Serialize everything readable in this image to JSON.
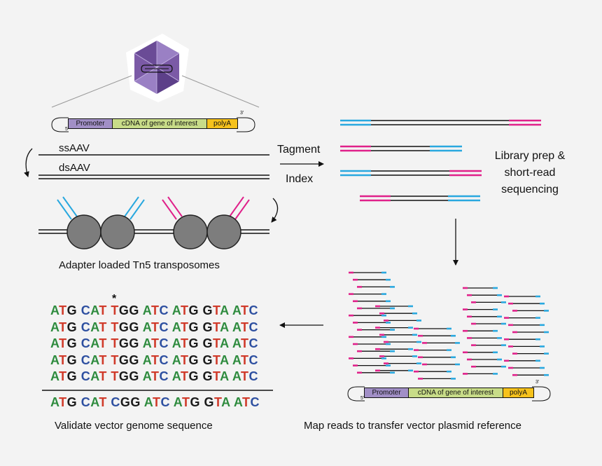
{
  "colors": {
    "cyan": "#29a8df",
    "magenta": "#e0218a",
    "promoter": "#a18fc6",
    "cdna": "#c8dc88",
    "polya": "#f6c21c",
    "capsid": "#7b5aa6",
    "nucleotide_A": "#2e8b3e",
    "nucleotide_T": "#d03a2a",
    "nucleotide_G": "#1a1a1a",
    "nucleotide_C": "#2d4fa0"
  },
  "icons": [
    "aav-capsid-icon",
    "tn5-transposome-icon",
    "curved-arrow-icon",
    "arrow-right-icon",
    "arrow-down-icon",
    "arrow-left-icon"
  ],
  "cassette": {
    "promoter": "Promoter",
    "cdna": "cDNA of gene of interest",
    "polya": "polyA",
    "five_prime": "5'",
    "three_prime": "3'"
  },
  "strands": {
    "ss": "ssAAV",
    "ds": "dsAAV"
  },
  "steps": {
    "tagment": "Tagment",
    "index": "Index",
    "library_prep": [
      "Library prep &",
      "short-read",
      "sequencing"
    ],
    "transposomes": "Adapter loaded Tn5 transposomes",
    "validate": "Validate vector genome sequence",
    "map_reads": "Map reads to transfer vector plasmid reference"
  },
  "alignment": {
    "variant_marker": "*",
    "reads": [
      "ATG CAT TGG ATC ATG GTA ATC",
      "ATG CAT TGG ATC ATG GTA ATC",
      "ATG CAT TGG ATC ATG GTA ATC",
      "ATG CAT TGG ATC ATG GTA ATC",
      "ATG CAT TGG ATC ATG GTA ATC"
    ],
    "reference": "ATG CAT CGG ATC ATG GTA ATC"
  }
}
